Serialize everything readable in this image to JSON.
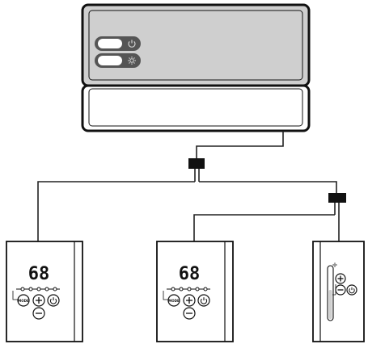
{
  "system": {
    "main_unit": {
      "switches": [
        {
          "name": "power",
          "icon": "power-icon"
        },
        {
          "name": "brightness",
          "icon": "sun-icon"
        }
      ]
    },
    "connectors": [
      {
        "name": "splitter-1"
      },
      {
        "name": "splitter-2"
      }
    ],
    "thermostats": [
      {
        "type": "digital",
        "display_value": "68",
        "mode_label": "MODE"
      },
      {
        "type": "digital",
        "display_value": "68",
        "mode_label": "MODE"
      },
      {
        "type": "slider"
      }
    ]
  }
}
